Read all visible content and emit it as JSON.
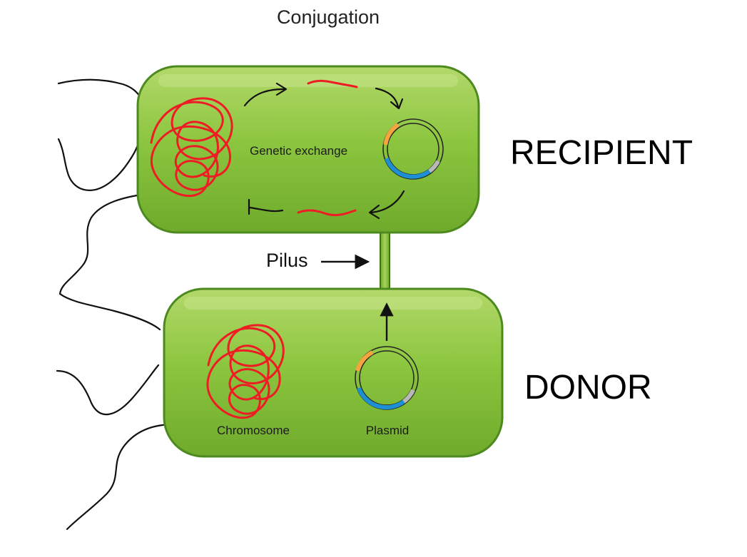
{
  "title": "Conjugation",
  "recipient": {
    "label": "RECIPIENT",
    "exchange_label": "Genetic exchange"
  },
  "donor": {
    "label": "DONOR",
    "chromosome_label": "Chromosome",
    "plasmid_label": "Plasmid"
  },
  "pilus_label": "Pilus",
  "colors": {
    "cell_fill": "#8cc63f",
    "cell_outline": "#4c8a1f",
    "dna": "#ee1c24",
    "plasmid_orange": "#f7a440",
    "plasmid_blue": "#1e8fd2",
    "plasmid_gray": "#b8b8b8"
  }
}
